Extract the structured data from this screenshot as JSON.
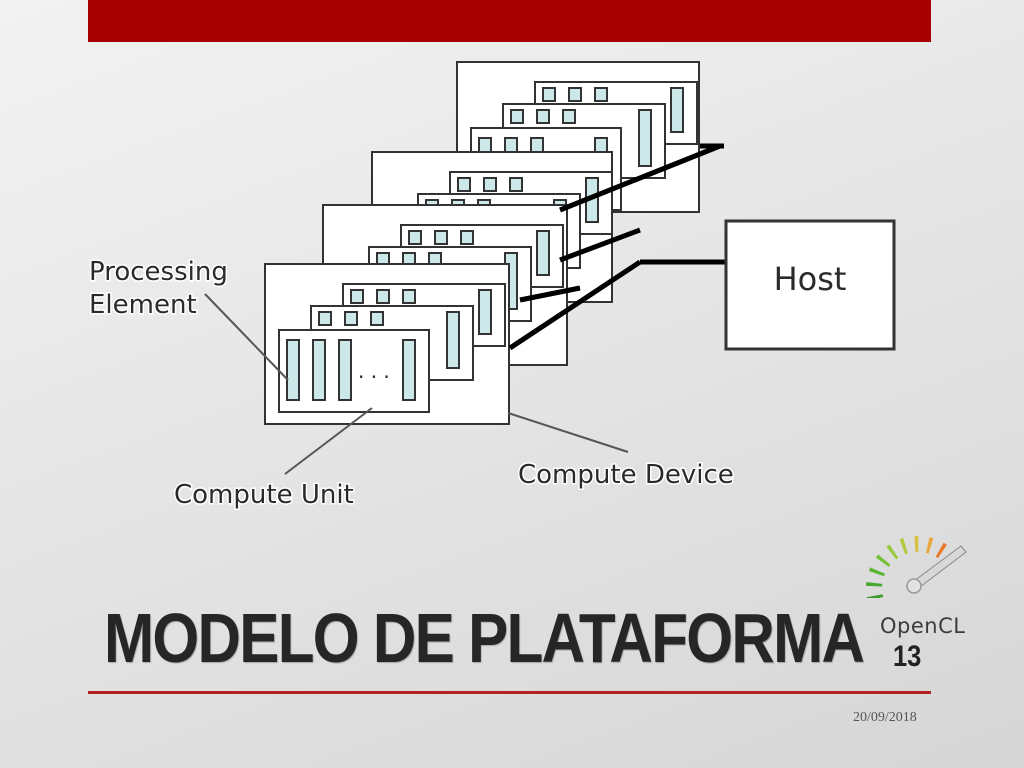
{
  "slide": {
    "title": "MODELO DE PLATAFORMA",
    "number": "13",
    "date": "20/09/2018"
  },
  "logo": {
    "name": "opencl-logo",
    "text": "OpenCL"
  },
  "diagram": {
    "labels": {
      "processing_element_line1": "Processing",
      "processing_element_line2": "Element",
      "compute_unit": "Compute Unit",
      "compute_device": "Compute Device",
      "host": "Host",
      "ellipsis": ". . ."
    }
  },
  "colors": {
    "accent_red": "#a70000",
    "title_rule": "#b52020",
    "pe_fill": "#cde8e8",
    "diagram_stroke": "#333333",
    "bus_line": "#000000"
  }
}
